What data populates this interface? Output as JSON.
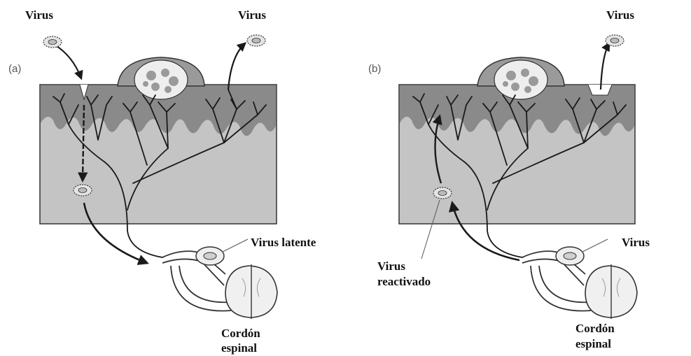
{
  "panels": [
    {
      "letter": "(a)",
      "labels": {
        "virus_in": "Virus",
        "virus_out": "Virus",
        "latent": "Virus latente",
        "cord_line1": "Cordón",
        "cord_line2": "espinal"
      }
    },
    {
      "letter": "(b)",
      "labels": {
        "virus_out": "Virus",
        "ganglion": "Virus",
        "reactivated_line1": "Virus",
        "reactivated_line2": "reactivado",
        "cord_line1": "Cordón",
        "cord_line2": "espinal"
      }
    }
  ],
  "colors": {
    "dermis": "#c4c4c4",
    "epidermis_dark": "#8a8a8a",
    "nerve": "#1a1a1a",
    "cell_fill": "#eeeeee",
    "virus_fill": "#e4e4e4"
  }
}
